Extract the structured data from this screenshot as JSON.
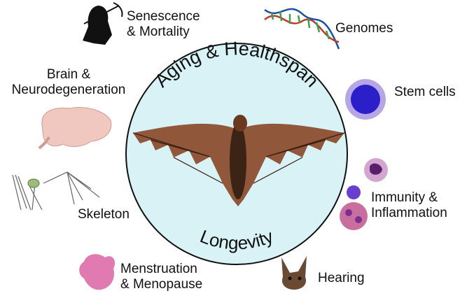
{
  "center": {
    "title_top": "Aging & Healthspan",
    "title_bottom": "Longevity",
    "fill_color": "#d9f2f5",
    "stroke_color": "#111111"
  },
  "topics": {
    "senescence": {
      "line1": "Senescence",
      "line2": "& Mortality",
      "icon": "grim-reaper-icon"
    },
    "genomes": {
      "label": "Genomes",
      "icon": "dna-helix-icon"
    },
    "brain": {
      "line1": "Brain &",
      "line2": "Neurodegeneration",
      "icon": "brain-icon"
    },
    "stem_cells": {
      "label": "Stem cells",
      "icon": "stem-cell-icon"
    },
    "immunity": {
      "line1": "Immunity &",
      "line2": "Inflammation",
      "icon": "immune-cells-icon"
    },
    "skeleton": {
      "label": "Skeleton",
      "icon": "bat-skeleton-icon"
    },
    "menstruation": {
      "line1": "Menstruation",
      "line2": "& Menopause",
      "icon": "uterus-icon"
    },
    "hearing": {
      "label": "Hearing",
      "icon": "bat-head-icon"
    }
  },
  "colors": {
    "stem_cell_core": "#2a1fc9",
    "stem_cell_halo": "#b7a6e6",
    "immune_cell": "#7a2f8f",
    "bat_wing": "#8a4a2a",
    "brain": "#f0c8c0",
    "uterus": "#e07ab0"
  }
}
